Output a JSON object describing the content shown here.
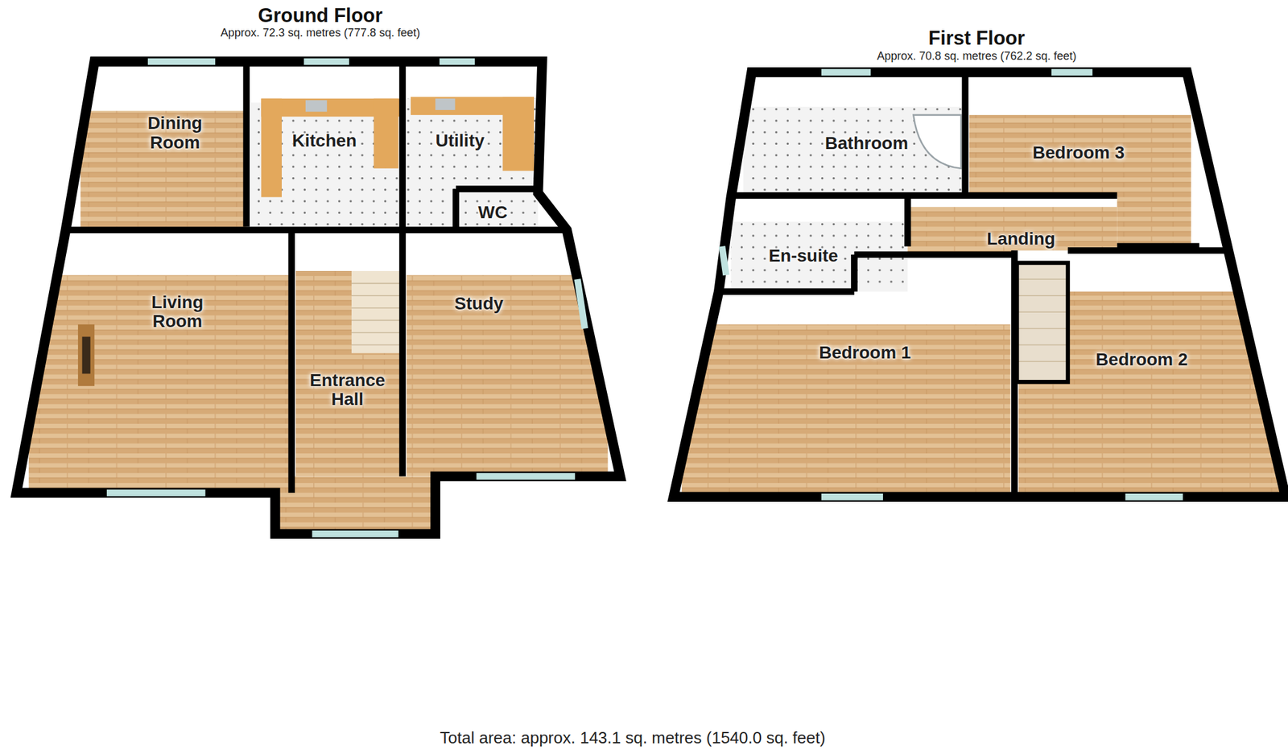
{
  "diagram": {
    "caption": "Total area: approx. 143.1 sq. metres (1540.0 sq. feet)",
    "nodes": [
      {
        "text": [
          "Ground Floor",
          "Approx. 72.3 sq. metres (777.8 sq. feet)"
        ]
      },
      {
        "text": [
          "Dining Room"
        ],
        "in": 0
      },
      {
        "text": [
          "Kitchen"
        ],
        "in": 0
      },
      {
        "text": [
          "Utility"
        ],
        "in": 0
      },
      {
        "text": [
          "WC"
        ],
        "in": 0
      },
      {
        "text": [
          "Living Room"
        ],
        "in": 0
      },
      {
        "text": [
          "Entrance Hall"
        ],
        "in": 0
      },
      {
        "text": [
          "Study"
        ],
        "in": 0
      },
      {
        "text": [
          "First Floor",
          "Approx. 70.8 sq. metres (762.2 sq. feet)"
        ]
      },
      {
        "text": [
          "Bathroom"
        ],
        "in": 8
      },
      {
        "text": [
          "Bedroom 3"
        ],
        "in": 8
      },
      {
        "text": [
          "En-suite"
        ],
        "in": 8
      },
      {
        "text": [
          "Landing"
        ],
        "in": 8
      },
      {
        "text": [
          "Bedroom 1"
        ],
        "in": 8
      },
      {
        "text": [
          "Bedroom 2"
        ],
        "in": 8
      }
    ]
  }
}
